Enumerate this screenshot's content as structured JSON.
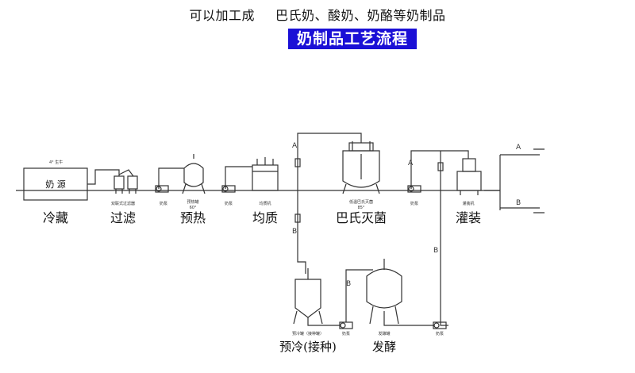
{
  "header": {
    "line_left": "可以加工成",
    "line_right": "巴氏奶、酸奶、奶酪等奶制品"
  },
  "title": "奶制品工艺流程",
  "colors": {
    "title_bg": "#1b10d6",
    "title_text": "#ffffff",
    "line": "#333333"
  },
  "stages": {
    "storage": "冷藏",
    "filter": "过滤",
    "preheat": "预热",
    "homogenize": "均质",
    "pasteurize": "巴氏灭菌",
    "filling": "灌装",
    "precool": "预冷(接种)",
    "ferment": "发酵"
  },
  "tank_label": "奶 源",
  "flow_letters": {
    "a1": "A",
    "a2": "A",
    "a_out": "A",
    "b1": "B",
    "b2": "B",
    "b3": "B",
    "b_out": "B"
  },
  "small_labels": {
    "storage_note": "4° 生牛",
    "filter_note": "双联式过滤器",
    "pump1": "奶泵",
    "preheat_note": "预热罐",
    "preheat_temp": "60°",
    "pump2": "奶泵",
    "homog_note": "均质机",
    "pasteur_note": "低温巴氏灭菌",
    "pasteur_temp": "85°",
    "pump3": "奶泵",
    "filling_note": "灌装机",
    "precool_note": "预冷罐（接种罐）",
    "pump4": "奶泵",
    "ferment_note": "发酵罐",
    "pump5": "奶泵"
  }
}
